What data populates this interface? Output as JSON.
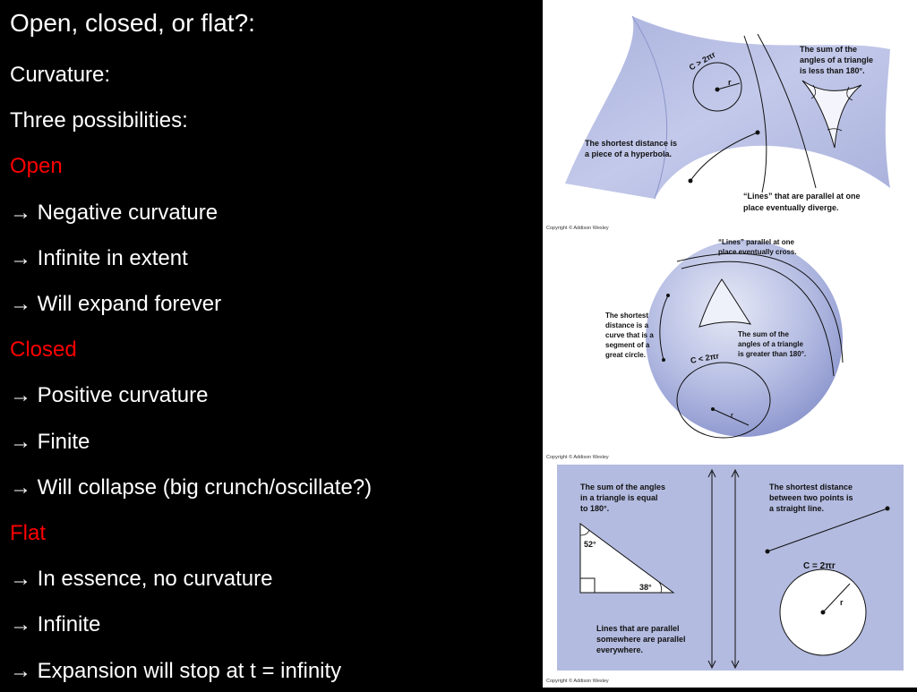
{
  "slide": {
    "title": "Open, closed, or flat?:",
    "lines": [
      {
        "text": "Curvature:",
        "color": "#ffffff"
      },
      {
        "text": "Three possibilities:",
        "color": "#ffffff"
      },
      {
        "text": "Open",
        "color": "#ff0000"
      },
      {
        "text": "Negative curvature",
        "color": "#ffffff",
        "arrow": true
      },
      {
        "text": "Infinite in extent",
        "color": "#ffffff",
        "arrow": true
      },
      {
        "text": "Will expand forever",
        "color": "#ffffff",
        "arrow": true
      },
      {
        "text": "Closed",
        "color": "#ff0000"
      },
      {
        "text": "Positive curvature",
        "color": "#ffffff",
        "arrow": true
      },
      {
        "text": "Finite",
        "color": "#ffffff",
        "arrow": true
      },
      {
        "text": "Will collapse (big crunch/oscillate?)",
        "color": "#ffffff",
        "arrow": true
      },
      {
        "text": "Flat",
        "color": "#ff0000"
      },
      {
        "text": "In essence, no curvature",
        "color": "#ffffff",
        "arrow": true
      },
      {
        "text": "Infinite",
        "color": "#ffffff",
        "arrow": true
      },
      {
        "text": "Expansion will stop at t = infinity",
        "color": "#ffffff",
        "arrow": true
      }
    ],
    "arrow_glyph": "→"
  },
  "figures": {
    "copyright": "Copyright © Addison Wesley",
    "hyperbolic": {
      "angle_sum": [
        "The sum of the",
        "angles of a triangle",
        "is less than 180°."
      ],
      "shortest": [
        "The shortest distance is",
        "a piece of a hyperbola."
      ],
      "parallel": [
        "“Lines” that are parallel at one",
        "place eventually diverge."
      ],
      "circ_c": "C",
      "circ_rel": ">",
      "circ_2pir": "2πr",
      "radius": "r"
    },
    "spherical": {
      "parallel": [
        "“Lines” parallel at one",
        "place eventually cross."
      ],
      "shortest": [
        "The shortest",
        "distance is a",
        "curve that is a",
        "segment of a",
        "great circle."
      ],
      "angle_sum": [
        "The sum of the",
        "angles of a triangle",
        "is greater than 180°."
      ],
      "circ_c": "C",
      "circ_rel": "<",
      "circ_2pir": "2πr",
      "radius": "r"
    },
    "flat": {
      "angle_sum": [
        "The sum of the angles",
        "in a triangle is equal",
        "to 180°."
      ],
      "angle_a": "52°",
      "angle_b": "38°",
      "shortest": [
        "The shortest distance",
        "between two points is",
        "a straight line."
      ],
      "parallel": [
        "Lines that are parallel",
        "somewhere are parallel",
        "everywhere."
      ],
      "circ_c": "C",
      "circ_rel": "=",
      "circ_2pir": "2πr",
      "radius": "r"
    }
  }
}
